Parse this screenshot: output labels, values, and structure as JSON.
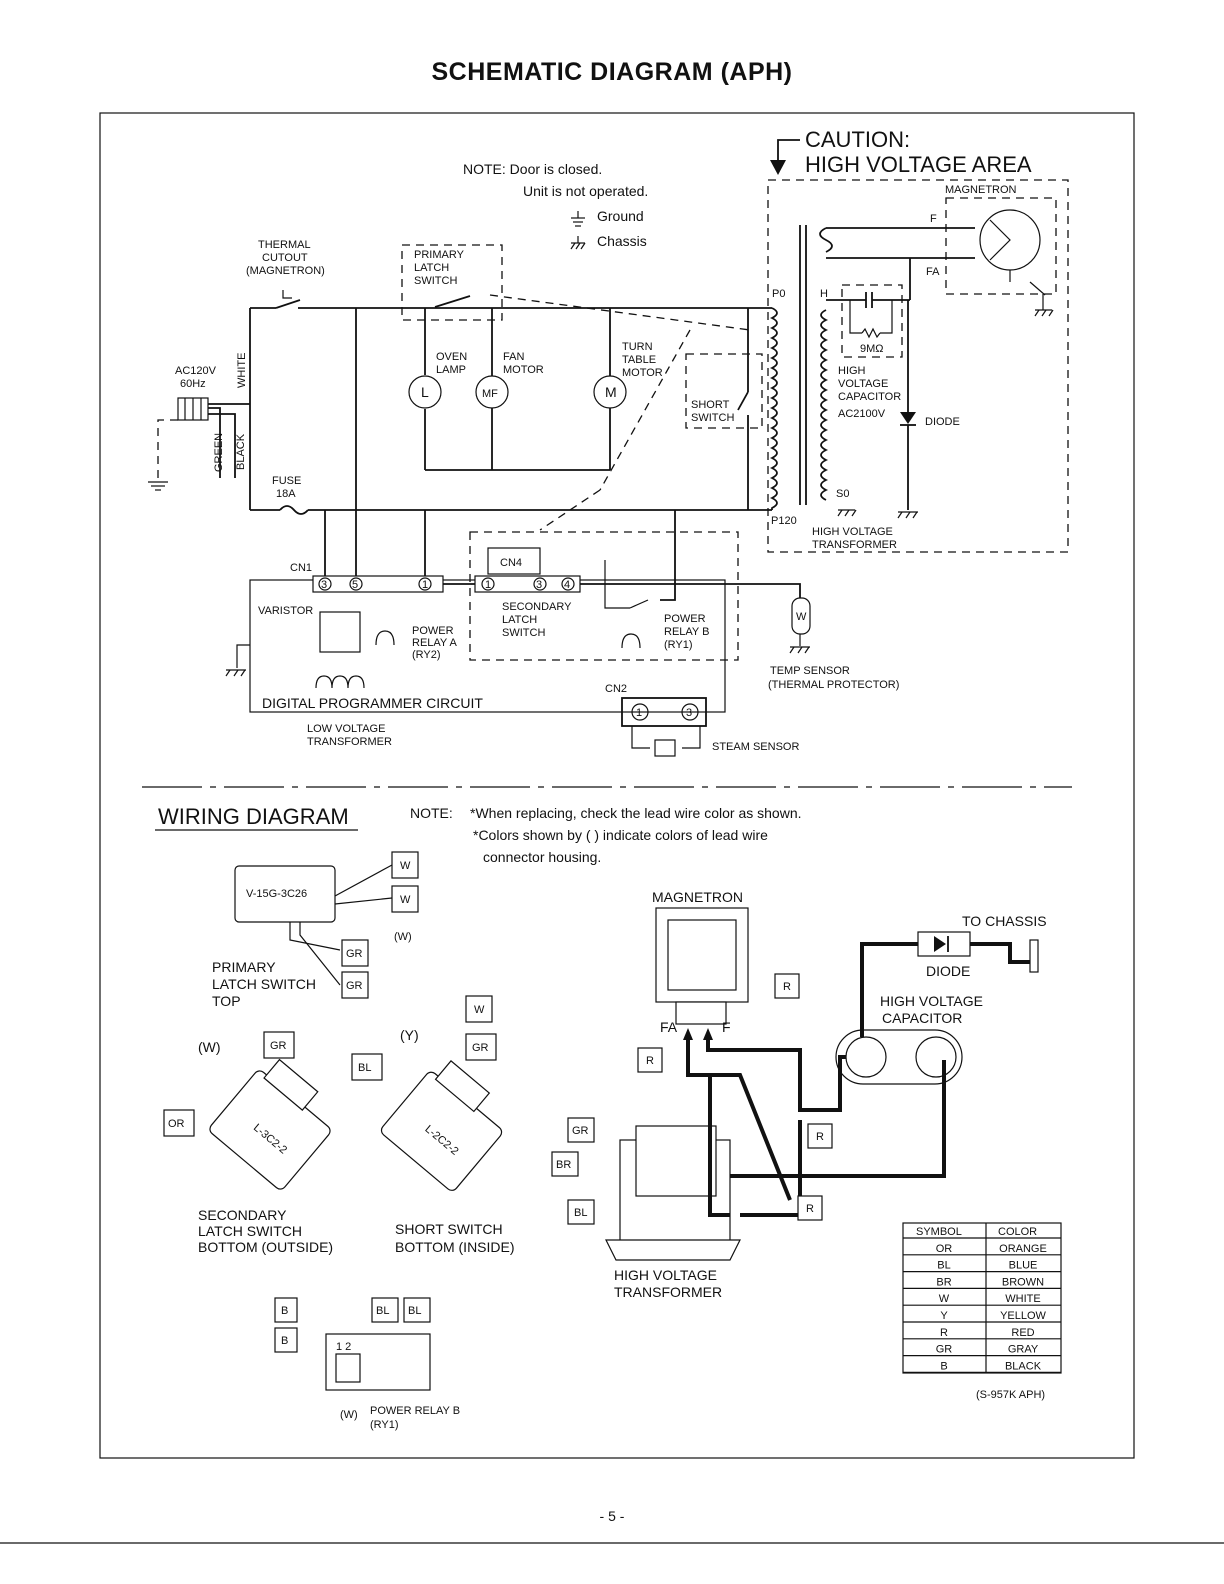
{
  "page_title": "SCHEMATIC DIAGRAM (APH)",
  "page_number": "- 5 -",
  "schematic": {
    "note_line1": "NOTE: Door is closed.",
    "note_line2": "Unit is not operated.",
    "ground_label": "Ground",
    "chassis_label": "Chassis",
    "caution_line1": "CAUTION:",
    "caution_line2": "HIGH VOLTAGE AREA",
    "thermal_cutout": [
      "THERMAL",
      "CUTOUT",
      "(MAGNETRON)"
    ],
    "primary_latch_switch": [
      "PRIMARY",
      "LATCH",
      "SWITCH"
    ],
    "power_source": [
      "AC120V",
      "60Hz"
    ],
    "wire_white": "WHITE",
    "wire_green": "GREEN",
    "wire_black": "BLACK",
    "fuse": [
      "FUSE",
      "18A"
    ],
    "oven_lamp": [
      "OVEN",
      "LAMP"
    ],
    "oven_lamp_symbol": "L",
    "fan_motor": [
      "FAN",
      "MOTOR"
    ],
    "fan_motor_symbol": "MF",
    "turntable_motor": [
      "TURN",
      "TABLE",
      "MOTOR"
    ],
    "turntable_motor_symbol": "M",
    "short_switch": [
      "SHORT",
      "SWITCH"
    ],
    "magnetron": "MAGNETRON",
    "f_label": "F",
    "fa_label": "FA",
    "resistor": "9MΩ",
    "hv_capacitor": [
      "HIGH",
      "VOLTAGE",
      "CAPACITOR"
    ],
    "diode": "DIODE",
    "ac2100v": "AC2100V",
    "p0": "P0",
    "p120": "P120",
    "h_label": "H",
    "s0": "S0",
    "hv_transformer": [
      "HIGH VOLTAGE",
      "TRANSFORMER"
    ],
    "cn1": "CN1",
    "cn4": "CN4",
    "cn2": "CN2",
    "varistor": "VARISTOR",
    "power_relay_a": [
      "POWER",
      "RELAY A",
      "(RY2)"
    ],
    "secondary_latch_switch": [
      "SECONDARY",
      "LATCH",
      "SWITCH"
    ],
    "power_relay_b": [
      "POWER",
      "RELAY B",
      "(RY1)"
    ],
    "temp_sensor": [
      "TEMP SENSOR",
      "(THERMAL PROTECTOR)"
    ],
    "temp_sensor_symbol": "W",
    "digital_programmer": "DIGITAL PROGRAMMER CIRCUIT",
    "low_voltage_transformer": [
      "LOW VOLTAGE",
      "TRANSFORMER"
    ],
    "steam_sensor": "STEAM SENSOR",
    "pin_1": "1",
    "pin_3": "3",
    "pin_4": "4",
    "pin_5": "5"
  },
  "wiring": {
    "title": "WIRING DIAGRAM",
    "note_label": "NOTE:",
    "note_line1": "*When replacing, check the lead wire color as shown.",
    "note_line2": "*Colors shown by (   ) indicate colors of lead wire",
    "note_line3": "connector housing.",
    "primary_switch_model": "V-15G-3C26",
    "primary_latch_switch": [
      "PRIMARY",
      "LATCH SWITCH",
      "TOP"
    ],
    "secondary_latch_switch": [
      "SECONDARY",
      "LATCH SWITCH",
      "BOTTOM (OUTSIDE)"
    ],
    "secondary_switch_model": "L-3C2-2",
    "short_switch": [
      "SHORT SWITCH",
      "BOTTOM (INSIDE)"
    ],
    "short_switch_model": "L-2C2-2",
    "power_relay_b": [
      "POWER RELAY B",
      "(RY1)"
    ],
    "relay_pins": "1  2",
    "magnetron": "MAGNETRON",
    "to_chassis": "TO CHASSIS",
    "diode": "DIODE",
    "hv_capacitor": [
      "HIGH VOLTAGE",
      "CAPACITOR"
    ],
    "hv_transformer": [
      "HIGH VOLTAGE",
      "TRANSFORMER"
    ],
    "f_label": "F",
    "fa_label": "FA",
    "wire_w": "W",
    "wire_w_paren": "(W)",
    "wire_y_paren": "(Y)",
    "wire_gr": "GR",
    "wire_or": "OR",
    "wire_bl": "BL",
    "wire_b": "B",
    "wire_r": "R",
    "wire_br": "BR",
    "doc_code": "(S-957K APH)"
  },
  "legend": {
    "header_symbol": "SYMBOL",
    "header_color": "COLOR",
    "rows": [
      {
        "symbol": "OR",
        "color": "ORANGE"
      },
      {
        "symbol": "BL",
        "color": "BLUE"
      },
      {
        "symbol": "BR",
        "color": "BROWN"
      },
      {
        "symbol": "W",
        "color": "WHITE"
      },
      {
        "symbol": "Y",
        "color": "YELLOW"
      },
      {
        "symbol": "R",
        "color": "RED"
      },
      {
        "symbol": "GR",
        "color": "GRAY"
      },
      {
        "symbol": "B",
        "color": "BLACK"
      }
    ]
  }
}
